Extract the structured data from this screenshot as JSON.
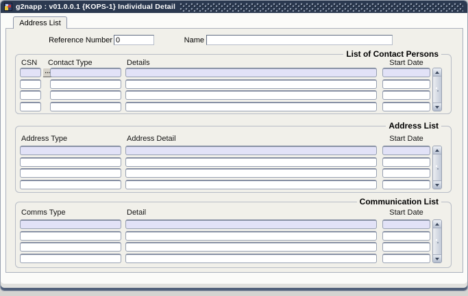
{
  "window": {
    "title": "g2napp : v01.0.0.1 {KOPS-1} Individual Detail",
    "icon": "oracle-forms-app-icon"
  },
  "tab": {
    "label": "Address List"
  },
  "header": {
    "reference": {
      "label": "Reference Number",
      "value": "0"
    },
    "name": {
      "label": "Name",
      "value": ""
    }
  },
  "sections": [
    {
      "title": "List of Contact Persons",
      "columns": [
        "CSN",
        "Contact Type",
        "Details",
        "Start Date"
      ],
      "lov_button": "...",
      "active_row": 0,
      "rows": [
        [
          "",
          "",
          "",
          ""
        ],
        [
          "",
          "",
          "",
          ""
        ],
        [
          "",
          "",
          "",
          ""
        ],
        [
          "",
          "",
          "",
          ""
        ]
      ],
      "scrollbar": true
    },
    {
      "title": "Address List",
      "columns": [
        "Address Type",
        "Address Detail",
        "Start Date"
      ],
      "active_row": 0,
      "rows": [
        [
          "",
          "",
          ""
        ],
        [
          "",
          "",
          ""
        ],
        [
          "",
          "",
          ""
        ],
        [
          "",
          "",
          ""
        ]
      ],
      "scrollbar": true
    },
    {
      "title": "Communication List",
      "columns": [
        "Comms Type",
        "Detail",
        "Start Date"
      ],
      "active_row": 0,
      "rows": [
        [
          "",
          "",
          ""
        ],
        [
          "",
          "",
          ""
        ],
        [
          "",
          "",
          ""
        ],
        [
          "",
          "",
          ""
        ]
      ],
      "scrollbar": true
    }
  ],
  "colors": {
    "titlebar_bg": "#2b3950",
    "titlebar_text": "#ffffff",
    "page_bg": "#f1f0ea",
    "field_bg": "#ffffff",
    "active_row_bg": "#e2e2f7",
    "field_border": "#97a0b2",
    "frame_border": "#b7bcc6",
    "scrollbar_arrow": "#3c485e"
  }
}
